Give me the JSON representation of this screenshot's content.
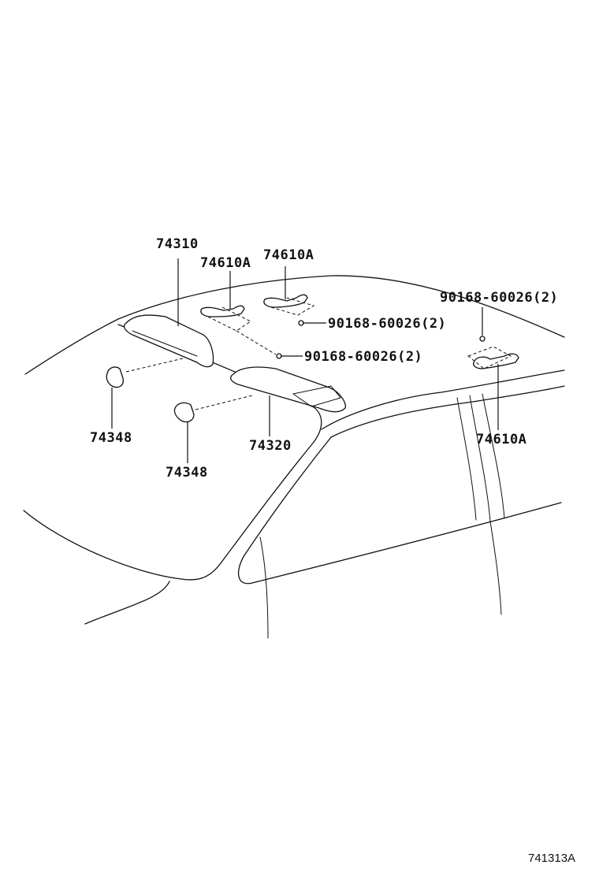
{
  "diagram": {
    "callouts": {
      "sun_visor_lh": "74310",
      "sun_visor_rh": "74320",
      "holder_left": "74348",
      "holder_center": "74348",
      "grip_front_left": "74610A",
      "grip_front_right": "74610A",
      "grip_rear": "74610A",
      "screw_center": "90168-60026(2)",
      "screw_right_upper": "90168-60026(2)",
      "screw_rear": "90168-60026(2)"
    },
    "reference_number": "741313A"
  }
}
